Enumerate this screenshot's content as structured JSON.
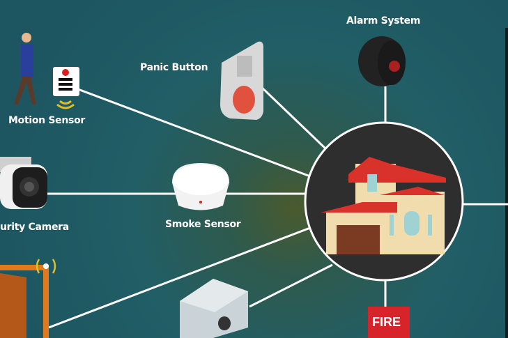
{
  "labels": {
    "alarm": "Alarm System",
    "panic": "Panic Button",
    "motion": "Motion Sensor",
    "camera": "urity Camera",
    "smoke": "Smoke Sensor"
  },
  "fire_sign": "FIRE",
  "colors": {
    "line": "#ffffff",
    "hub": "#2e2e2e",
    "roof": "#d9322b",
    "wall": "#f1dcae",
    "background": "#1f5a64"
  }
}
